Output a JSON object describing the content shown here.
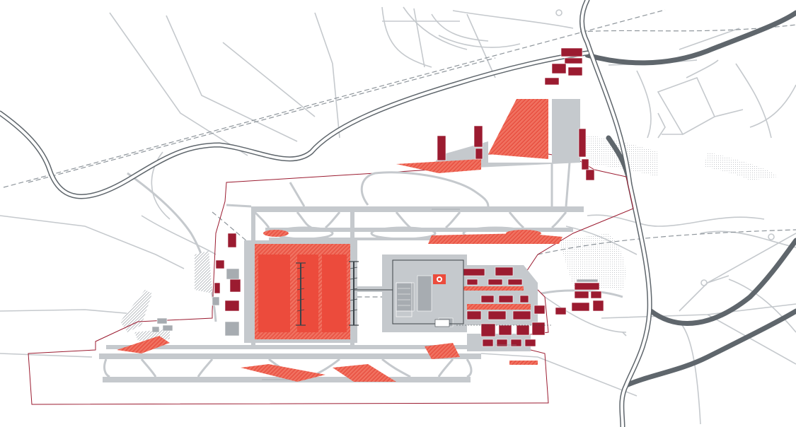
{
  "map": {
    "type": "airport-masterplan",
    "palette": {
      "background": "#ffffff",
      "roads": "#c5c9cd",
      "motorway": "#5f666c",
      "railway": "#8e959b",
      "airport_boundary": "#9b1b30",
      "buildings": "#9b1b30",
      "planned_development": "#ec4b3c"
    },
    "features": [
      "motorway",
      "railway",
      "local-roads",
      "airport-boundary",
      "runways",
      "taxiways",
      "apron",
      "terminal-buildings",
      "development-areas",
      "parking-areas"
    ]
  }
}
